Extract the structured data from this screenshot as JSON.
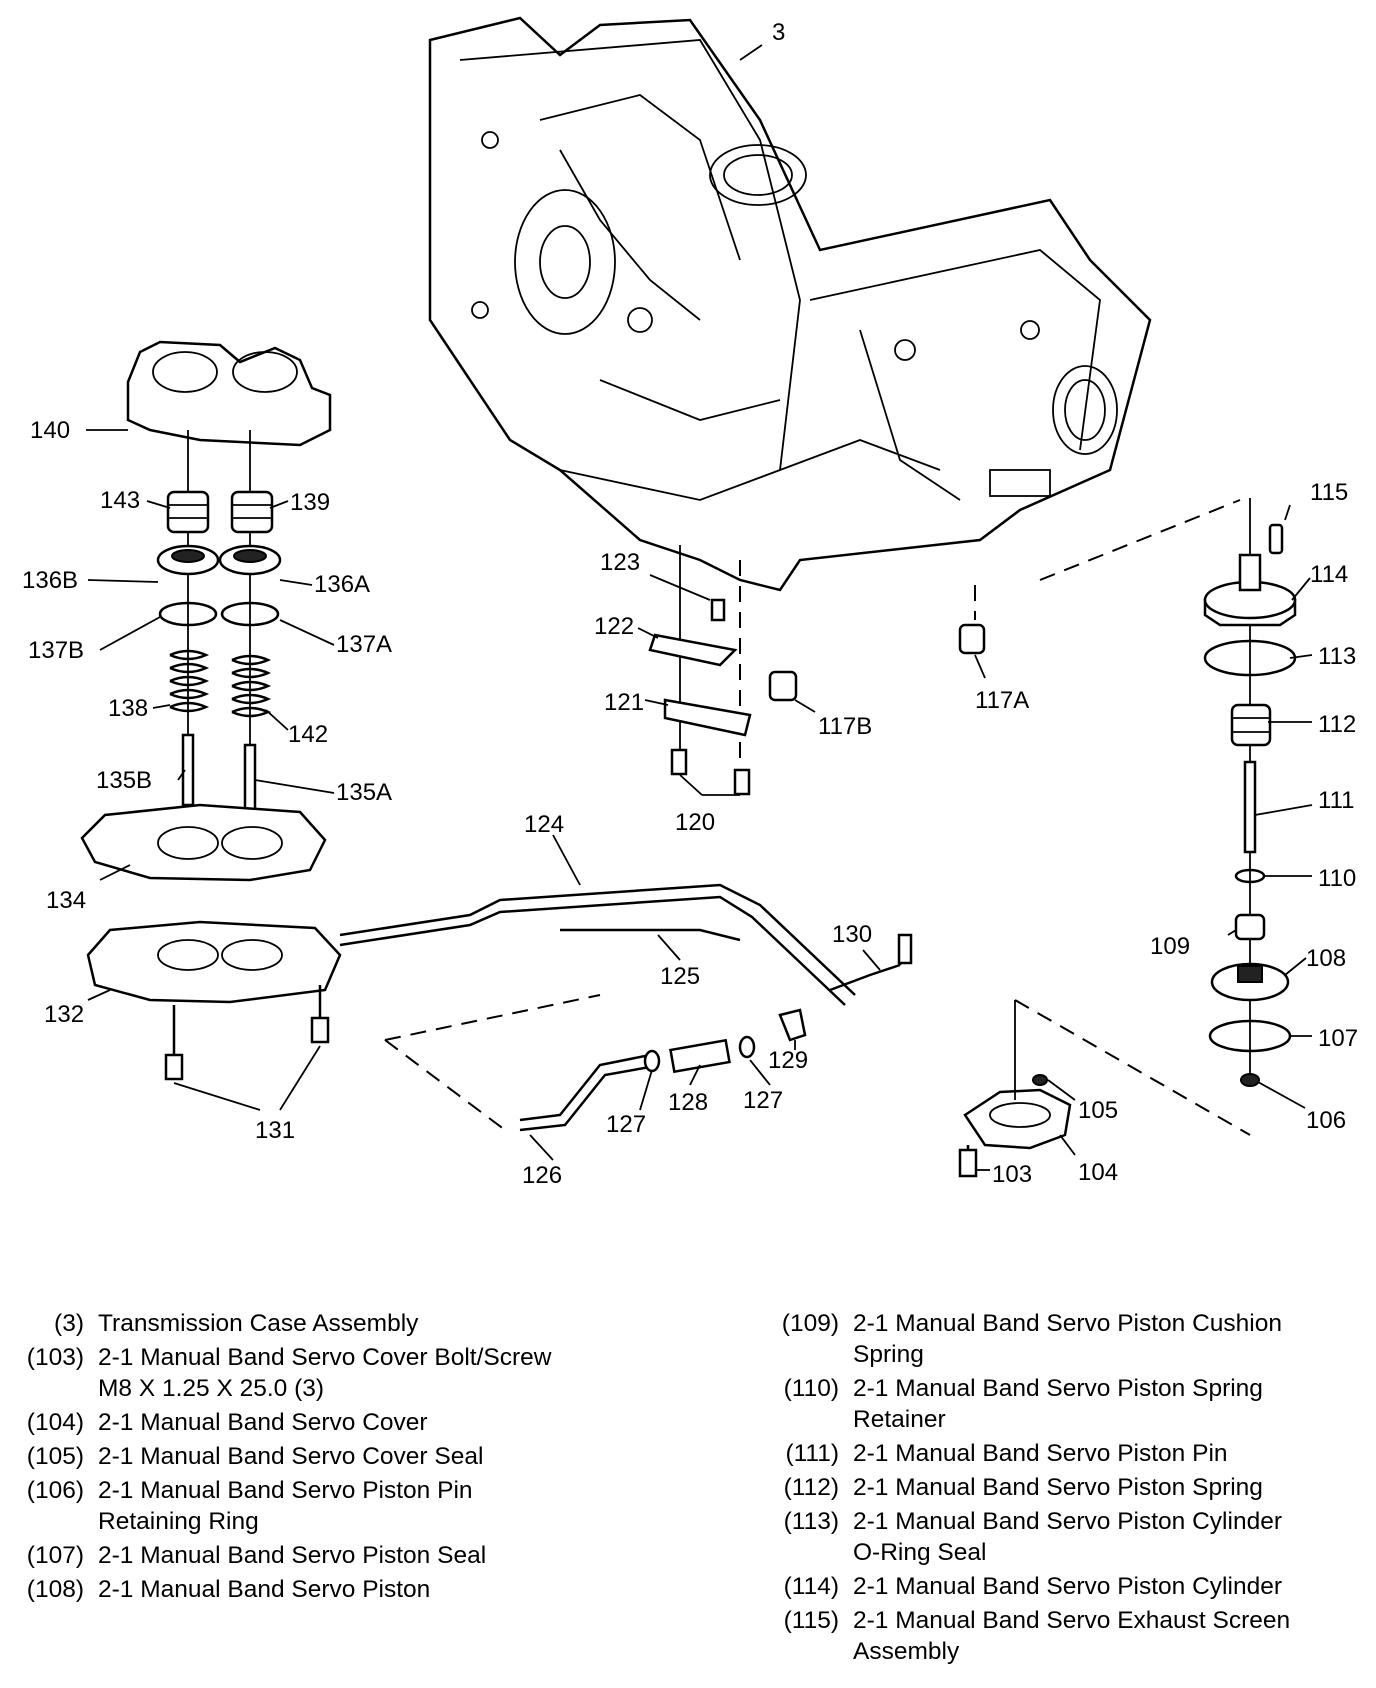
{
  "callouts": [
    {
      "id": "c3",
      "text": "3"
    },
    {
      "id": "c140",
      "text": "140"
    },
    {
      "id": "c143",
      "text": "143"
    },
    {
      "id": "c139",
      "text": "139"
    },
    {
      "id": "c136B",
      "text": "136B"
    },
    {
      "id": "c136A",
      "text": "136A"
    },
    {
      "id": "c137B",
      "text": "137B"
    },
    {
      "id": "c137A",
      "text": "137A"
    },
    {
      "id": "c138",
      "text": "138"
    },
    {
      "id": "c142",
      "text": "142"
    },
    {
      "id": "c135B",
      "text": "135B"
    },
    {
      "id": "c135A",
      "text": "135A"
    },
    {
      "id": "c134",
      "text": "134"
    },
    {
      "id": "c132",
      "text": "132"
    },
    {
      "id": "c131",
      "text": "131"
    },
    {
      "id": "c124",
      "text": "124"
    },
    {
      "id": "c125",
      "text": "125"
    },
    {
      "id": "c126",
      "text": "126"
    },
    {
      "id": "c127a",
      "text": "127"
    },
    {
      "id": "c128",
      "text": "128"
    },
    {
      "id": "c127b",
      "text": "127"
    },
    {
      "id": "c129",
      "text": "129"
    },
    {
      "id": "c130",
      "text": "130"
    },
    {
      "id": "c123",
      "text": "123"
    },
    {
      "id": "c122",
      "text": "122"
    },
    {
      "id": "c121",
      "text": "121"
    },
    {
      "id": "c120",
      "text": "120"
    },
    {
      "id": "c117B",
      "text": "117B"
    },
    {
      "id": "c117A",
      "text": "117A"
    },
    {
      "id": "c115",
      "text": "115"
    },
    {
      "id": "c114",
      "text": "114"
    },
    {
      "id": "c113",
      "text": "113"
    },
    {
      "id": "c112",
      "text": "112"
    },
    {
      "id": "c111",
      "text": "111"
    },
    {
      "id": "c110",
      "text": "110"
    },
    {
      "id": "c109",
      "text": "109"
    },
    {
      "id": "c108",
      "text": "108"
    },
    {
      "id": "c107",
      "text": "107"
    },
    {
      "id": "c106",
      "text": "106"
    },
    {
      "id": "c105",
      "text": "105"
    },
    {
      "id": "c104",
      "text": "104"
    },
    {
      "id": "c103",
      "text": "103"
    }
  ],
  "legend": {
    "left": [
      {
        "num": "(3)",
        "lines": [
          "Transmission Case Assembly"
        ]
      },
      {
        "num": "(103)",
        "lines": [
          "2-1 Manual Band Servo Cover Bolt/Screw",
          "M8 X 1.25 X 25.0 (3)"
        ]
      },
      {
        "num": "(104)",
        "lines": [
          "2-1 Manual Band Servo Cover"
        ]
      },
      {
        "num": "(105)",
        "lines": [
          "2-1 Manual Band Servo Cover Seal"
        ]
      },
      {
        "num": "(106)",
        "lines": [
          "2-1 Manual Band Servo Piston Pin",
          "Retaining Ring"
        ]
      },
      {
        "num": "(107)",
        "lines": [
          "2-1 Manual Band Servo Piston Seal"
        ]
      },
      {
        "num": "(108)",
        "lines": [
          "2-1 Manual Band Servo Piston"
        ]
      }
    ],
    "right": [
      {
        "num": "(109)",
        "lines": [
          "2-1 Manual Band Servo Piston Cushion",
          "Spring"
        ]
      },
      {
        "num": "(110)",
        "lines": [
          "2-1 Manual Band Servo Piston Spring",
          "Retainer"
        ]
      },
      {
        "num": "(111)",
        "lines": [
          "2-1 Manual Band Servo Piston Pin"
        ]
      },
      {
        "num": "(112)",
        "lines": [
          "2-1 Manual Band Servo Piston Spring"
        ]
      },
      {
        "num": "(113)",
        "lines": [
          "2-1 Manual Band Servo Piston Cylinder",
          "O-Ring Seal"
        ]
      },
      {
        "num": "(114)",
        "lines": [
          "2-1 Manual Band Servo Piston Cylinder"
        ]
      },
      {
        "num": "(115)",
        "lines": [
          "2-1 Manual Band Servo Exhaust Screen",
          "Assembly"
        ]
      }
    ]
  }
}
